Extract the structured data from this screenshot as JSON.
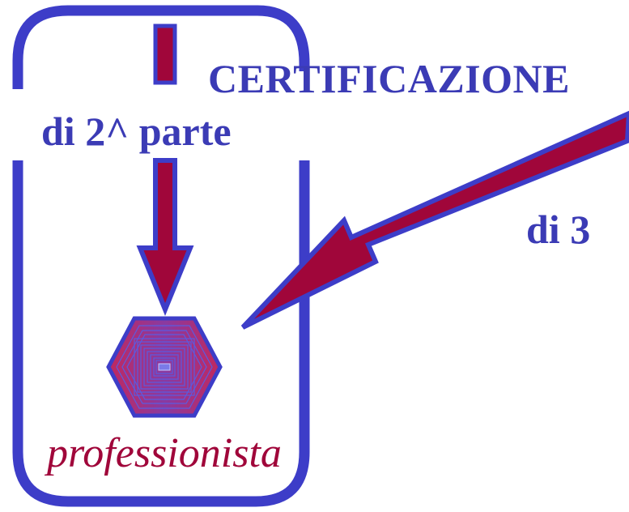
{
  "labels": {
    "certification": "CERTIFICAZIONE",
    "second_party": "di 2^ parte",
    "third_party": "di 3",
    "professional": "professionista"
  },
  "colors": {
    "frame_blue": "#3d3dc8",
    "arrow_red": "#a0063a",
    "text_blue": "#3b3bb5",
    "text_red": "#a0063a",
    "background": "#ffffff"
  },
  "icons": {
    "center": "hexagon-gradient-icon"
  }
}
